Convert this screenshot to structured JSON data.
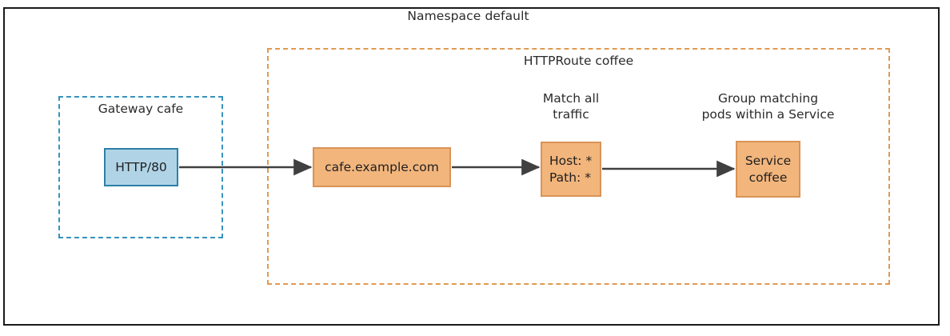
{
  "diagram": {
    "namespace": {
      "title": "Namespace default"
    },
    "gateway": {
      "title": "Gateway cafe",
      "listener_label": "HTTP/80"
    },
    "httproute": {
      "title": "HTTPRoute coffee",
      "hostname_label": "cafe.example.com",
      "match": {
        "caption": "Match all\ntraffic",
        "rules": "Host: *\nPath: *"
      },
      "backend": {
        "caption": "Group matching\npods within a Service",
        "label": "Service\ncoffee"
      }
    },
    "connectors": [
      {
        "name": "gateway-to-hostname",
        "from": "HTTP/80",
        "to": "cafe.example.com"
      },
      {
        "name": "hostname-to-match",
        "from": "cafe.example.com",
        "to": "Host: * / Path: *"
      },
      {
        "name": "match-to-service",
        "from": "Host: * / Path: *",
        "to": "Service coffee"
      }
    ],
    "colors": {
      "namespace_border": "#1a1a1a",
      "gateway_border": "#3892bd",
      "gateway_fill": "#b0d4e6",
      "route_border": "#e09a52",
      "route_fill": "#f2b57c",
      "connector": "#404040",
      "text": "#2b2b2b"
    }
  }
}
